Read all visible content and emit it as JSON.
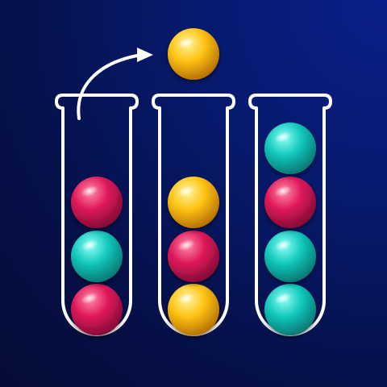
{
  "colors": {
    "red": {
      "light": "#ff8aa8",
      "base": "#e0195a",
      "dark": "#7a0a33"
    },
    "teal": {
      "light": "#8ffff4",
      "base": "#13c9bd",
      "dark": "#06706d"
    },
    "yellow": {
      "light": "#fff4a0",
      "base": "#ffc414",
      "dark": "#b06a00"
    },
    "tube_outline": "#ffffff"
  },
  "tubes": [
    {
      "id": "tube-1",
      "balls_bottom_to_top": [
        "red",
        "teal",
        "red"
      ]
    },
    {
      "id": "tube-2",
      "balls_bottom_to_top": [
        "yellow",
        "red",
        "yellow"
      ]
    },
    {
      "id": "tube-3",
      "balls_bottom_to_top": [
        "teal",
        "teal",
        "red",
        "teal"
      ]
    }
  ],
  "lifted_ball": {
    "color": "yellow",
    "from_tube": "tube-1"
  },
  "icons": {
    "move": "curved-arrow-icon"
  }
}
